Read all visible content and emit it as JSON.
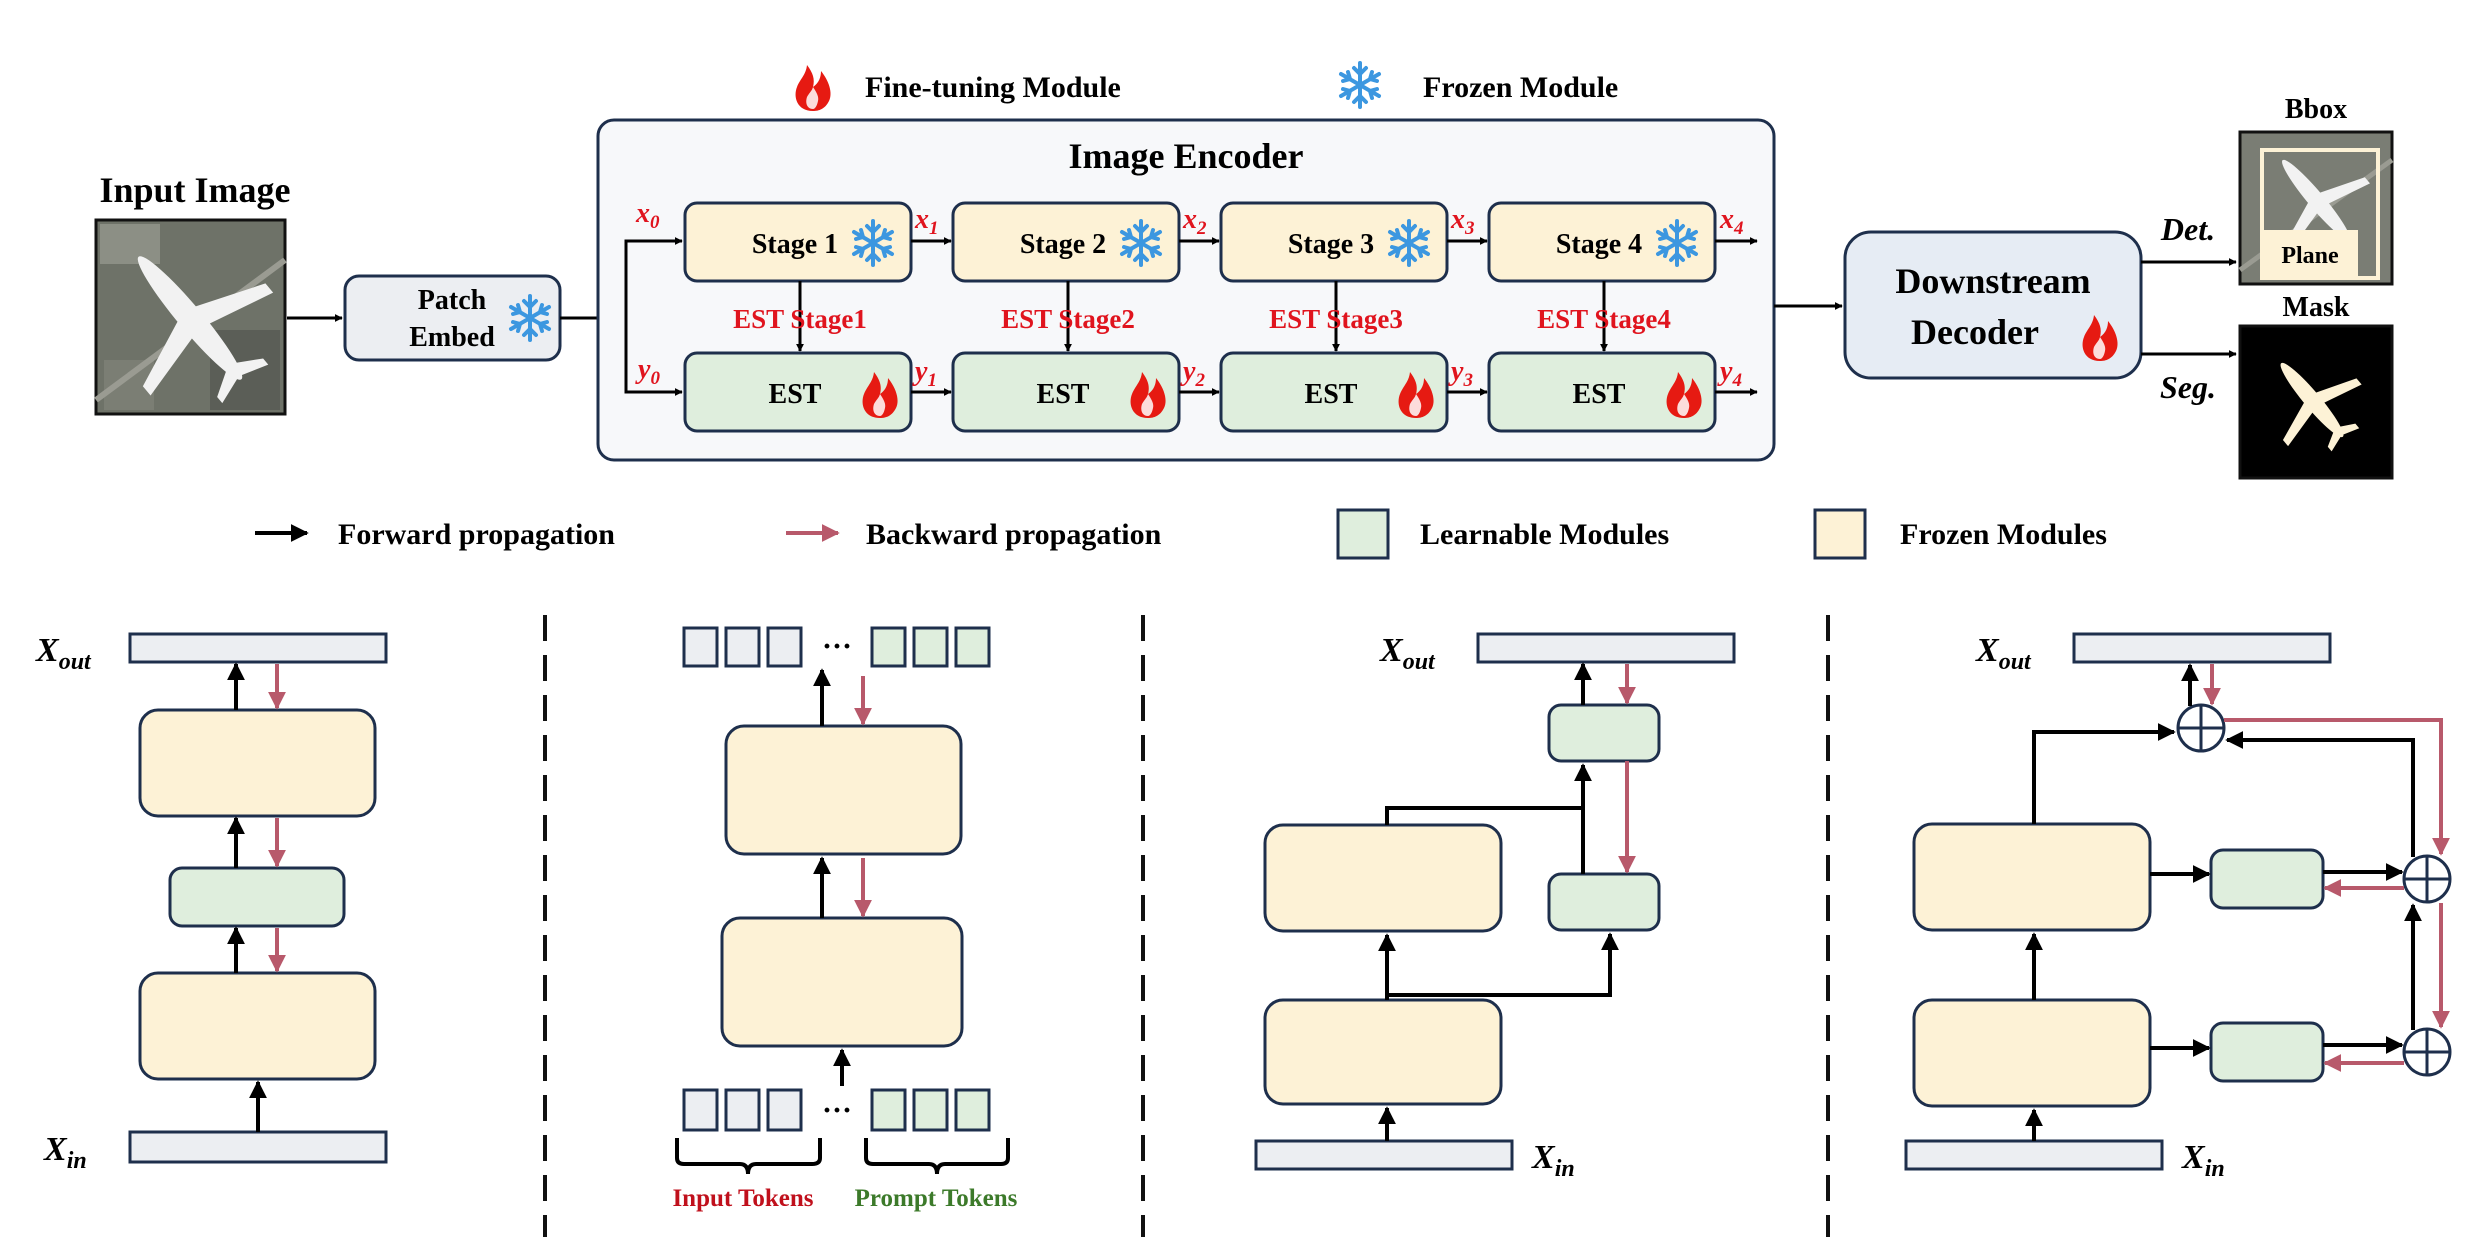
{
  "legend_top": {
    "fine_tuning": "Fine-tuning Module",
    "frozen": "Frozen Module"
  },
  "input_image": {
    "title": "Input Image"
  },
  "patch_embed": {
    "line1": "Patch",
    "line2": "Embed"
  },
  "encoder": {
    "title": "Image Encoder",
    "stages": [
      "Stage 1",
      "Stage 2",
      "Stage 3",
      "Stage 4"
    ],
    "est_label": "EST",
    "est_stage_labels": [
      "EST Stage1",
      "EST Stage2",
      "EST Stage3",
      "EST Stage4"
    ],
    "x_labels": [
      "x",
      "x",
      "x",
      "x",
      "x"
    ],
    "x_subs": [
      "0",
      "1",
      "2",
      "3",
      "4"
    ],
    "y_labels": [
      "y",
      "y",
      "y",
      "y",
      "y"
    ],
    "y_subs": [
      "0",
      "1",
      "2",
      "3",
      "4"
    ]
  },
  "decoder": {
    "line1": "Downstream",
    "line2": "Decoder"
  },
  "outputs": {
    "bbox_title": "Bbox",
    "bbox_label": "Plane",
    "mask_title": "Mask",
    "det_label": "Det.",
    "seg_label": "Seg."
  },
  "legend_bottom": {
    "forward": "Forward propagation",
    "backward": "Backward propagation",
    "learnable": "Learnable Modules",
    "frozen": "Frozen Modules"
  },
  "panels": {
    "x_out": "X",
    "x_out_sub": "out",
    "x_in": "X",
    "x_in_sub": "in",
    "input_tokens": "Input Tokens",
    "prompt_tokens": "Prompt Tokens",
    "ellipsis": "···"
  },
  "colors": {
    "frozen_fill": "#fdf2d6",
    "learnable_fill": "#dfeedd",
    "border": "#1e2f4c",
    "encoder_bg": "#f7f8fa",
    "backward": "#b8596b",
    "label_red": "#e0141e",
    "token_red": "#c0101c",
    "token_green": "#3c7a2a",
    "snow": "#3c97e0",
    "flame": "#e61a12"
  }
}
